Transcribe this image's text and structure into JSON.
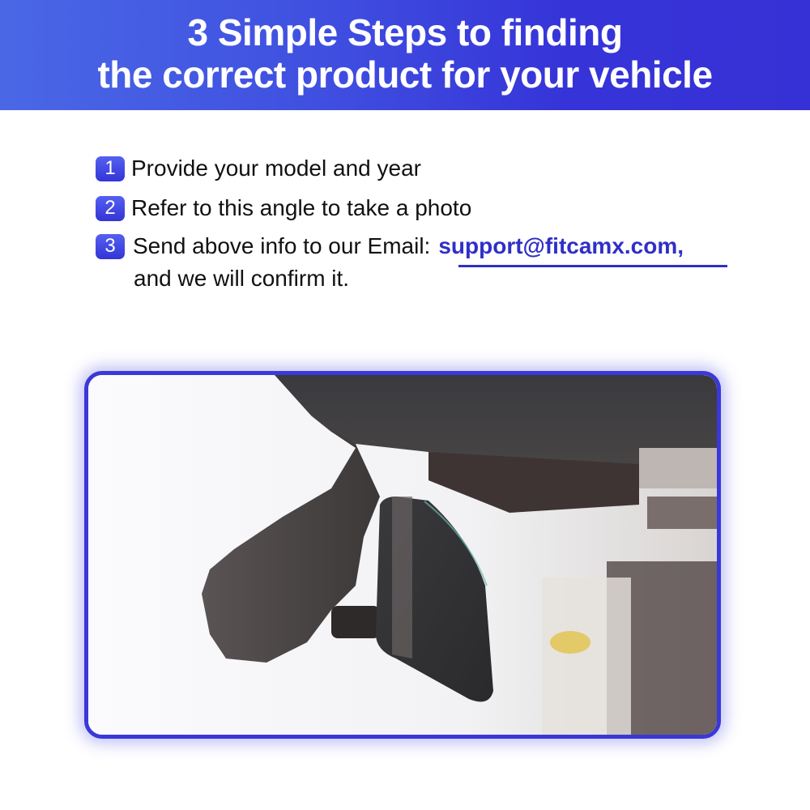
{
  "header": {
    "title_line1": "3 Simple Steps to finding",
    "title_line2": "the correct product for your vehicle",
    "gradient_start": "#4a68e6",
    "gradient_end": "#3631d6"
  },
  "steps": [
    {
      "number": "1",
      "text": "Provide your model and year"
    },
    {
      "number": "2",
      "text": "Refer to this angle to take a photo"
    },
    {
      "number": "3",
      "text": "Send above info to our Email:",
      "email": "support@fitcamx.com,",
      "continuation": "and we will confirm it."
    }
  ],
  "colors": {
    "accent": "#3a38d8",
    "email": "#2f2fc8",
    "text": "#111111"
  },
  "photo": {
    "description": "Dash camera mounted behind rearview mirror, viewed from below"
  }
}
